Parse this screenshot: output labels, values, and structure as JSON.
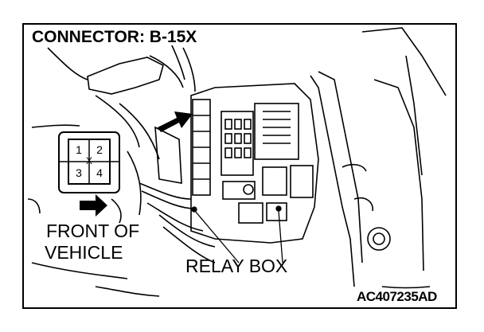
{
  "title": "CONNECTOR: B-15X",
  "labels": {
    "front_line1": "FRONT OF",
    "front_line2": "VEHICLE",
    "relay_box": "RELAY BOX",
    "figure_code": "AC407235AD"
  },
  "connector_face": {
    "pins": [
      "1",
      "2",
      "3",
      "4"
    ],
    "center_mark": "X"
  },
  "colors": {
    "ink": "#000000",
    "background": "#ffffff"
  }
}
